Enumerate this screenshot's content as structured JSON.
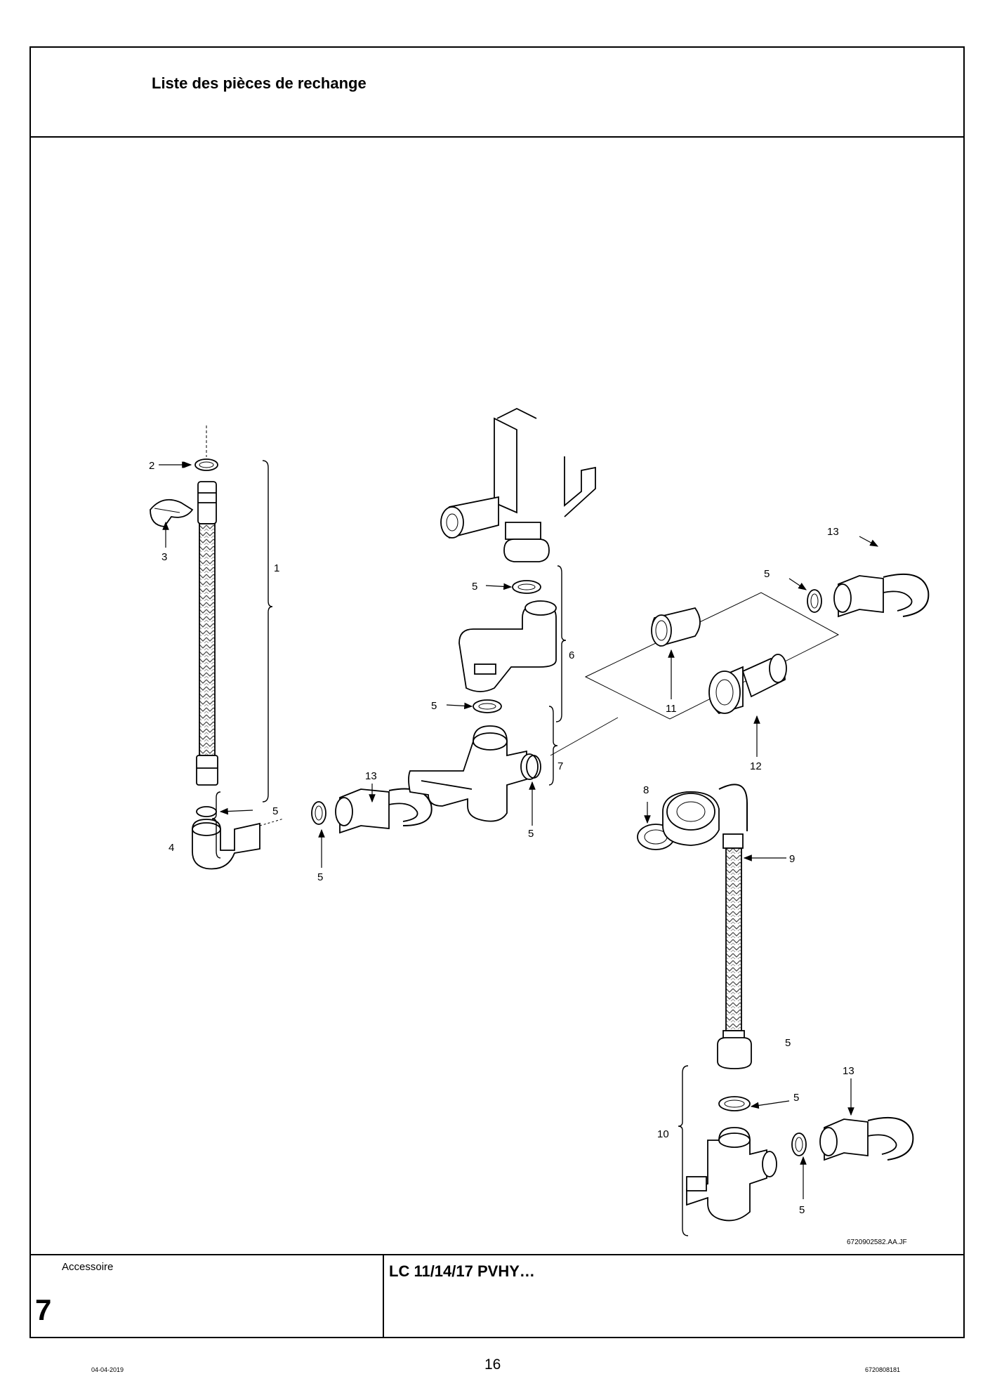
{
  "header": {
    "title": "Liste des pièces de rechange"
  },
  "figure": {
    "reference": "6720902582.AA.JF",
    "callouts": {
      "c1": "1",
      "c2": "2",
      "c3": "3",
      "c4": "4",
      "c5a": "5",
      "c5b": "5",
      "c5c": "5",
      "c5d": "5",
      "c5e": "5",
      "c5f": "5",
      "c5g": "5",
      "c5h": "5",
      "c5i": "5",
      "c6": "6",
      "c7": "7",
      "c8": "8",
      "c9": "9",
      "c10": "10",
      "c11": "11",
      "c12": "12",
      "c13a": "13",
      "c13b": "13",
      "c13c": "13"
    }
  },
  "footer": {
    "category": "Accessoire",
    "chapter": "7",
    "model": "LC 11/14/17 PVHY…"
  },
  "page": {
    "date": "04-04-2019",
    "number": "16",
    "document_code": "6720808181"
  }
}
